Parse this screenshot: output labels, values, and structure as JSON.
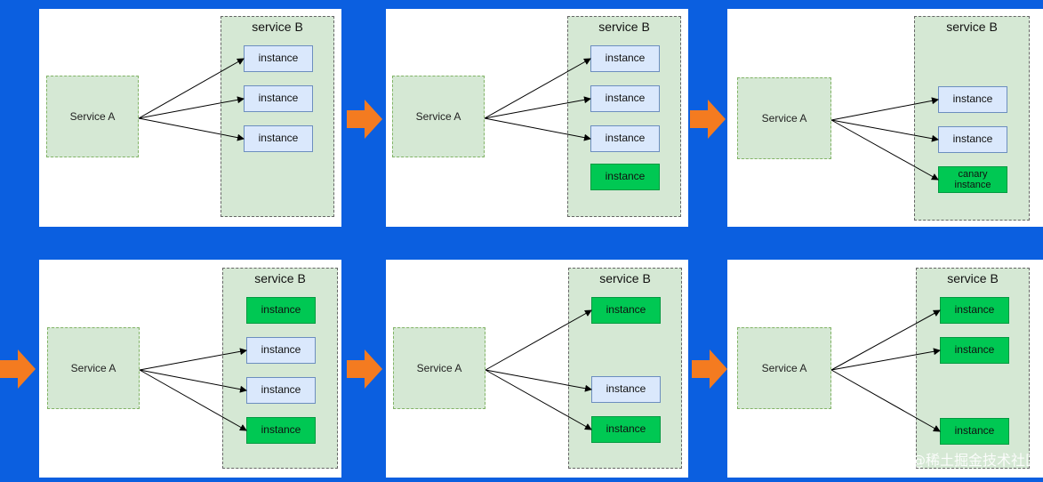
{
  "labels": {
    "service_a": "Service A",
    "service_b": "service B",
    "instance": "instance",
    "canary": "canary instance"
  },
  "colors": {
    "background": "#0b5fe0",
    "service_fill": "#d5e8d4",
    "old_instance_fill": "#dae8fc",
    "new_instance_fill": "#00c853",
    "step_arrow": "#f47b20"
  },
  "icons": {
    "step_arrow": "right-arrow-icon"
  },
  "steps": [
    {
      "instances": [
        {
          "label": "instance",
          "kind": "old",
          "routed": true
        },
        {
          "label": "instance",
          "kind": "old",
          "routed": true
        },
        {
          "label": "instance",
          "kind": "old",
          "routed": true
        }
      ]
    },
    {
      "instances": [
        {
          "label": "instance",
          "kind": "old",
          "routed": true
        },
        {
          "label": "instance",
          "kind": "old",
          "routed": true
        },
        {
          "label": "instance",
          "kind": "old",
          "routed": true
        },
        {
          "label": "instance",
          "kind": "new",
          "routed": false
        }
      ]
    },
    {
      "instances": [
        {
          "label": "instance",
          "kind": "old",
          "routed": true
        },
        {
          "label": "instance",
          "kind": "old",
          "routed": true
        },
        {
          "label": "canary instance",
          "kind": "new",
          "routed": true
        }
      ]
    },
    {
      "instances": [
        {
          "label": "instance",
          "kind": "new",
          "routed": false
        },
        {
          "label": "instance",
          "kind": "old",
          "routed": true
        },
        {
          "label": "instance",
          "kind": "old",
          "routed": true
        },
        {
          "label": "instance",
          "kind": "new",
          "routed": true
        }
      ]
    },
    {
      "instances": [
        {
          "label": "instance",
          "kind": "new",
          "routed": true
        },
        {
          "label": "instance",
          "kind": "old",
          "routed": true
        },
        {
          "label": "instance",
          "kind": "new",
          "routed": true
        }
      ]
    },
    {
      "instances": [
        {
          "label": "instance",
          "kind": "new",
          "routed": true
        },
        {
          "label": "instance",
          "kind": "new",
          "routed": true
        },
        {
          "label": "instance",
          "kind": "new",
          "routed": true
        }
      ]
    }
  ],
  "watermark": "@稀土掘金技术社区"
}
